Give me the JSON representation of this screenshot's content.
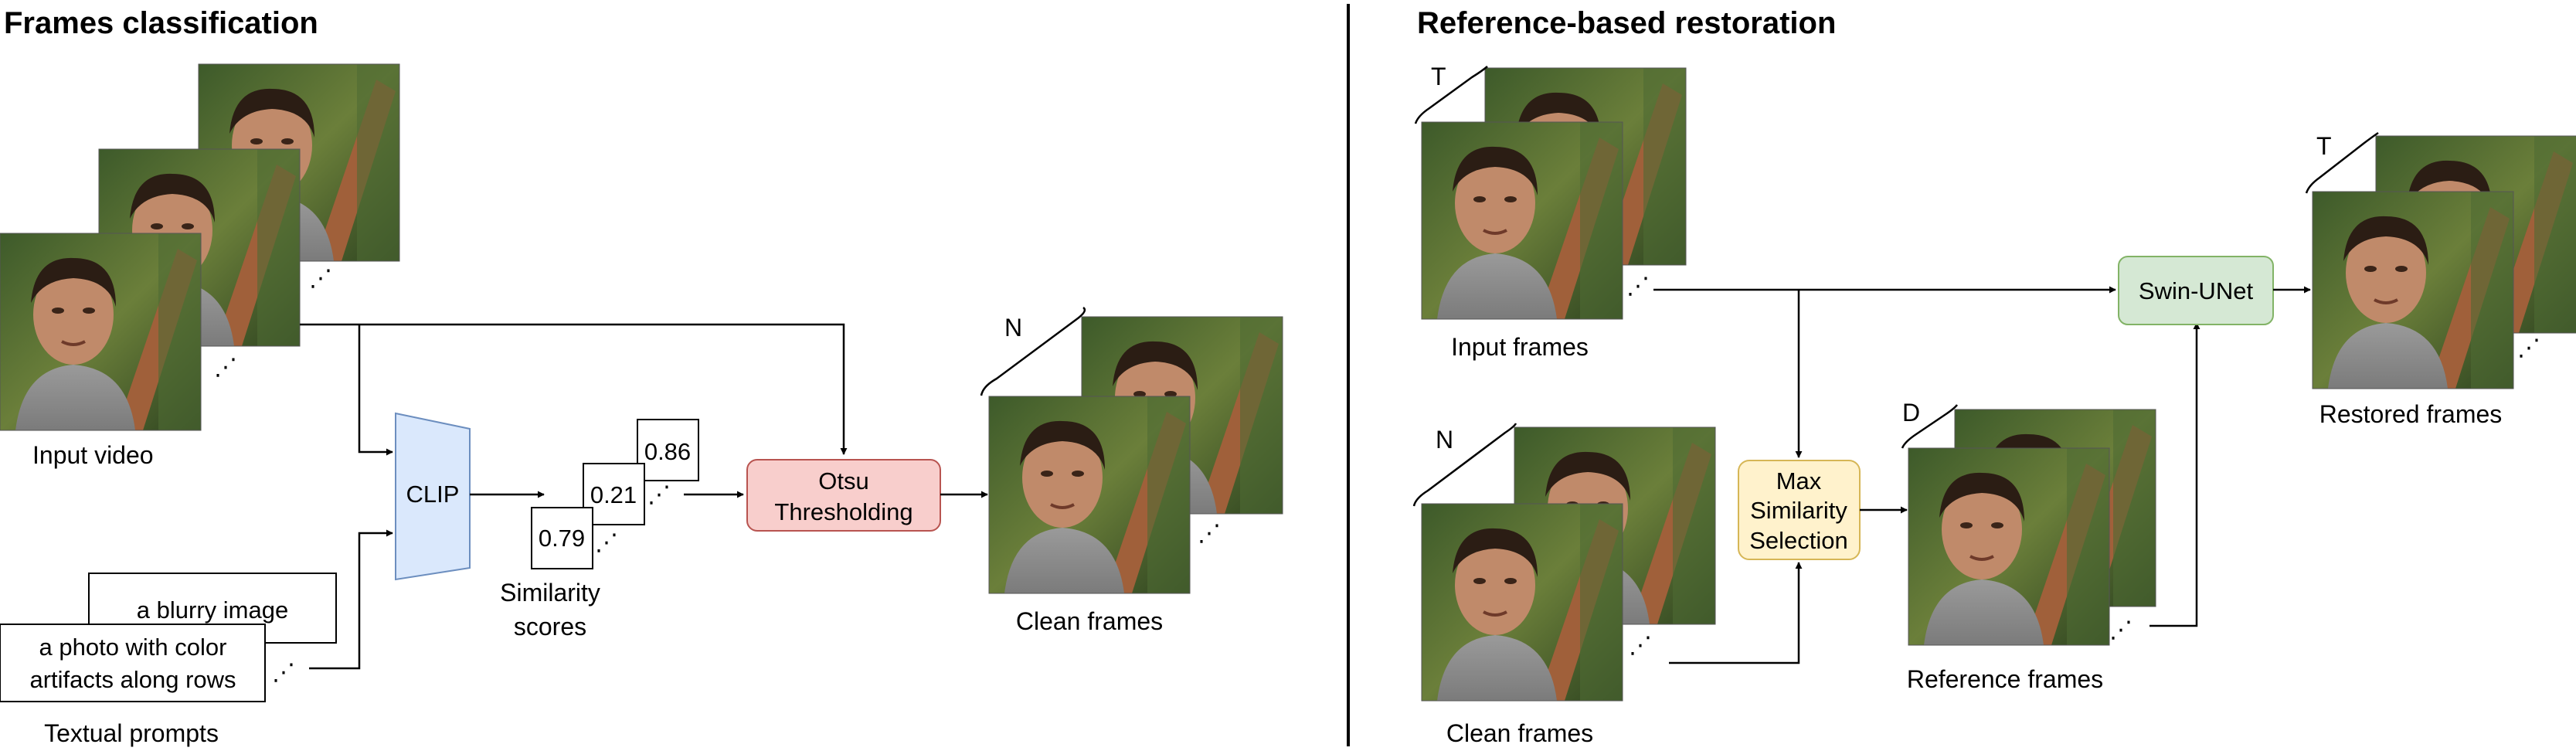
{
  "sections": {
    "left_title": "Frames classification",
    "right_title": "Reference-based restoration"
  },
  "left": {
    "input_video_label": "Input video",
    "clip_label": "CLIP",
    "similarity_label_line1": "Similarity",
    "similarity_label_line2": "scores",
    "scores": [
      "0.79",
      "0.21",
      "0.86"
    ],
    "otsu_line1": "Otsu",
    "otsu_line2": "Thresholding",
    "clean_frames_label": "Clean frames",
    "clean_frames_brace": "N",
    "prompt_1": "a blurry image",
    "prompt_2_line1": "a photo with color",
    "prompt_2_line2": "artifacts along rows",
    "textual_prompts_label": "Textual prompts"
  },
  "right": {
    "input_frames_label": "Input frames",
    "input_frames_brace": "T",
    "clean_frames_label": "Clean frames",
    "clean_frames_brace": "N",
    "max_sim_line1": "Max",
    "max_sim_line2": "Similarity",
    "max_sim_line3": "Selection",
    "reference_frames_label": "Reference frames",
    "reference_frames_brace": "D",
    "swin_label": "Swin-UNet",
    "restored_frames_label": "Restored frames",
    "restored_frames_brace": "T"
  },
  "colors": {
    "clip_fill": "#dae8fc",
    "clip_stroke": "#6c8ebf",
    "otsu_fill": "#f8cecc",
    "otsu_stroke": "#b85450",
    "max_sim_fill": "#fff2cc",
    "max_sim_stroke": "#d6b656",
    "swin_fill": "#d5e8d4",
    "swin_stroke": "#82b366"
  }
}
